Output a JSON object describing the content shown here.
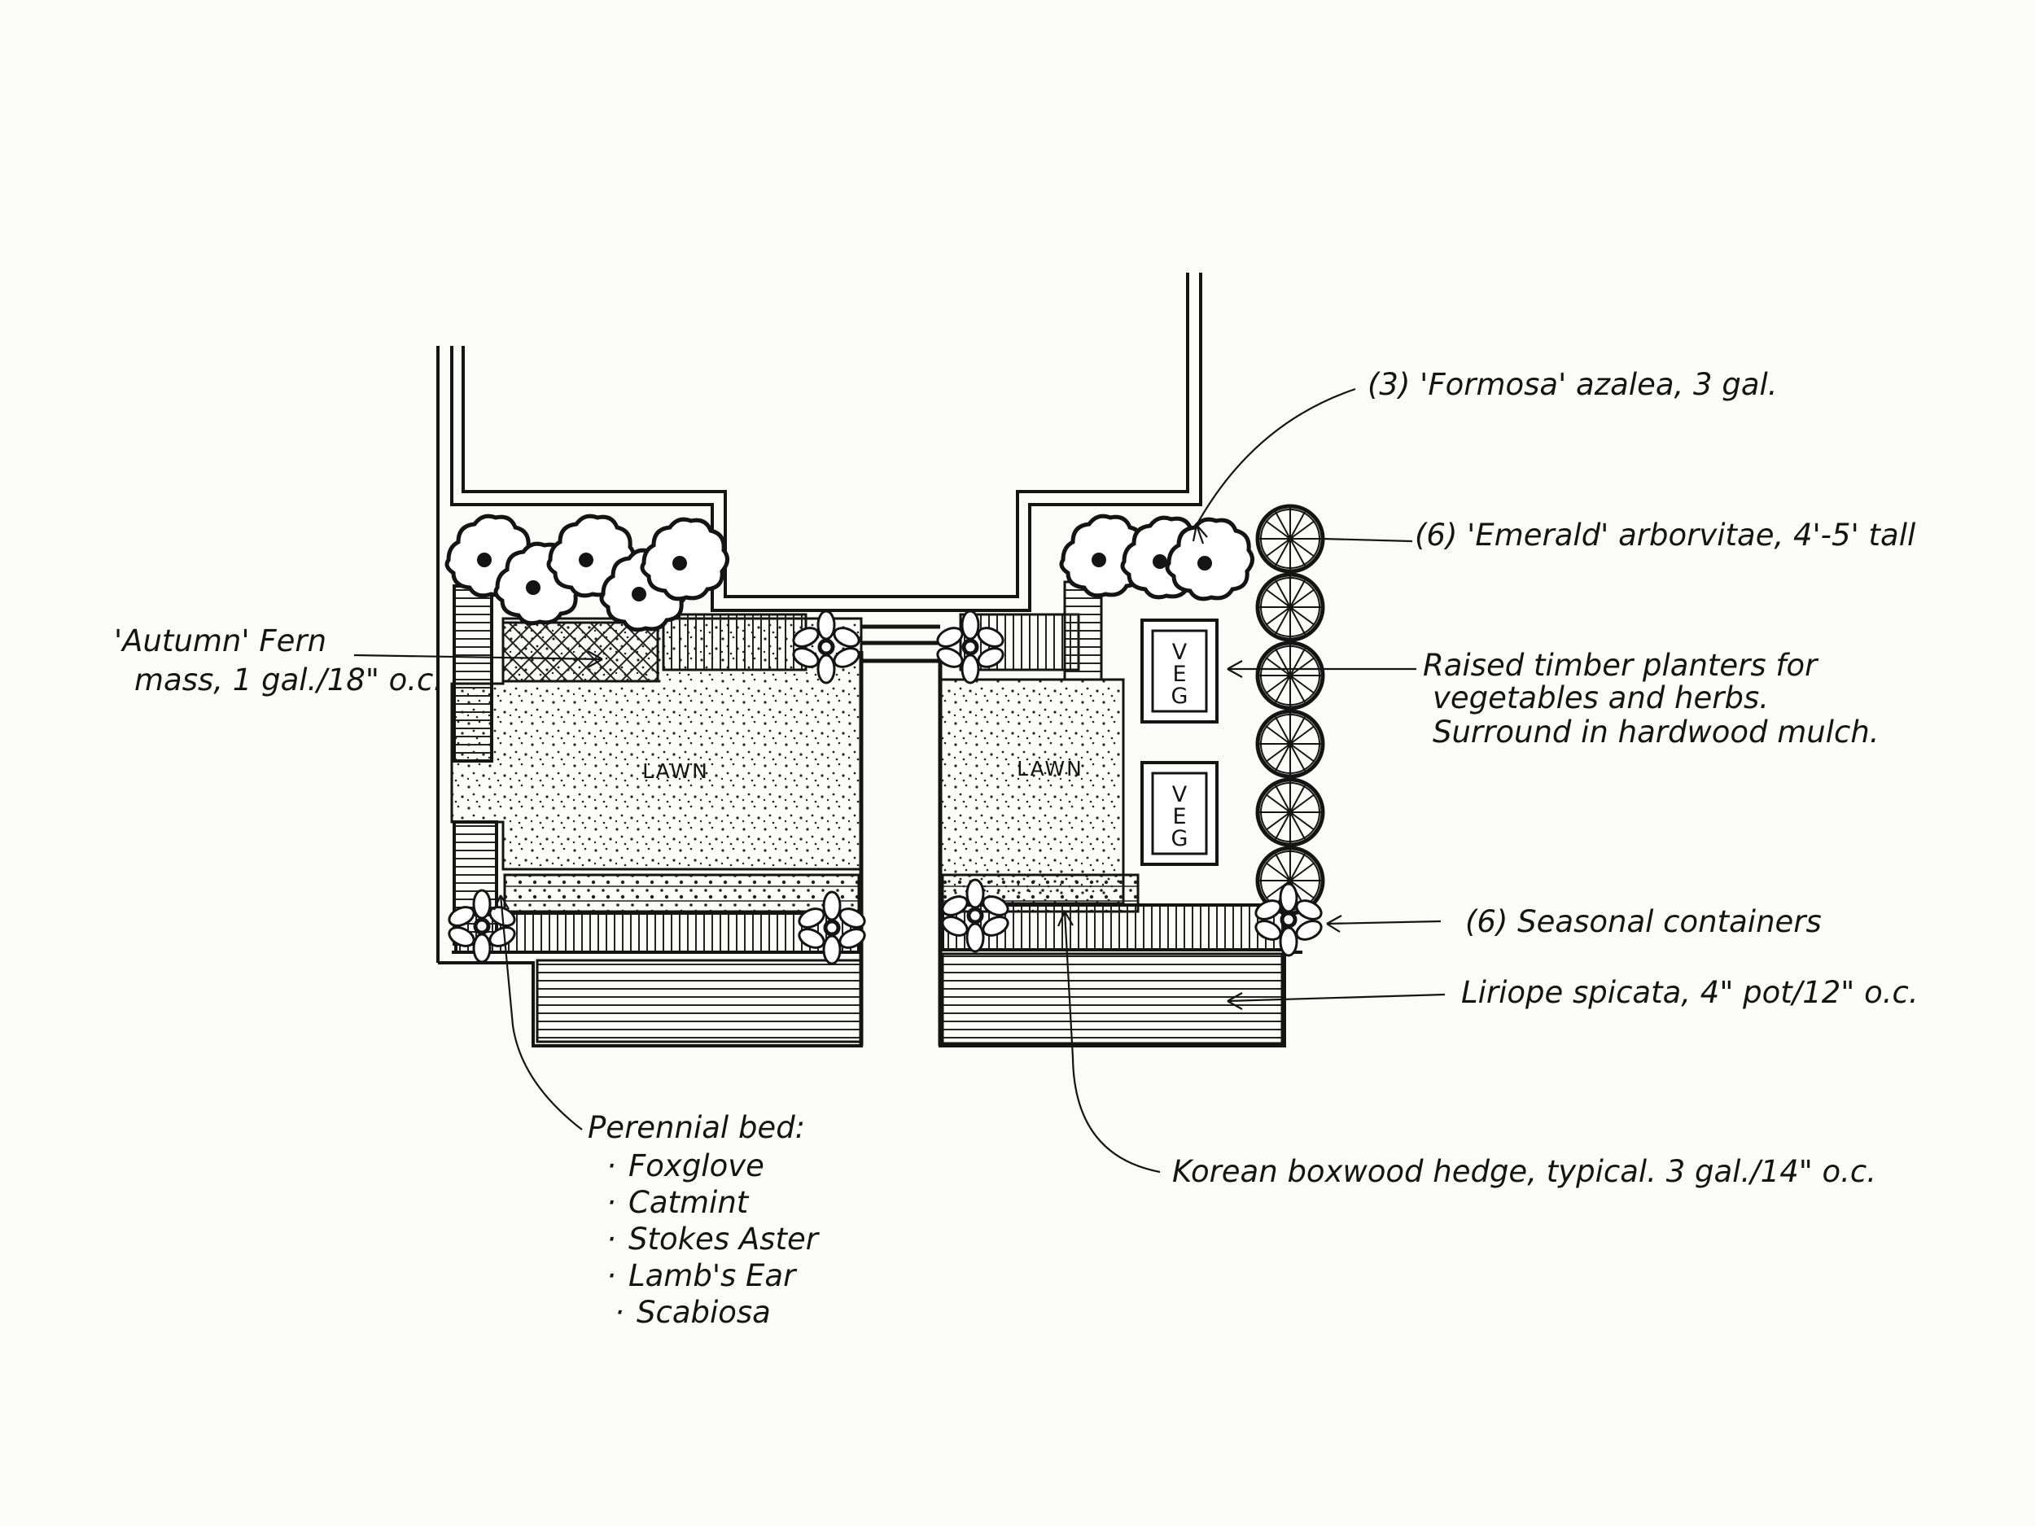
{
  "plan": {
    "lawn_left": "LAWN",
    "lawn_right": "LAWN",
    "veg_letters": [
      "V",
      "E",
      "G"
    ]
  },
  "annotations": {
    "azalea": "(3) 'Formosa' azalea, 3 gal.",
    "arborvitae": "(6) 'Emerald' arborvitae, 4'-5' tall",
    "fern_line1": "'Autumn' Fern",
    "fern_line2": "mass, 1 gal./18\" o.c.",
    "planters_line1": "Raised timber planters for",
    "planters_line2": "vegetables and herbs.",
    "planters_line3": "Surround in hardwood mulch.",
    "containers": "(6) Seasonal containers",
    "liriope": "Liriope spicata, 4\" pot/12\" o.c.",
    "perennial_title": "Perennial bed:",
    "perennials": [
      "Foxglove",
      "Catmint",
      "Stokes Aster",
      "Lamb's Ear",
      "Scabiosa"
    ],
    "boxwood": "Korean boxwood hedge, typical. 3 gal./14\" o.c."
  }
}
